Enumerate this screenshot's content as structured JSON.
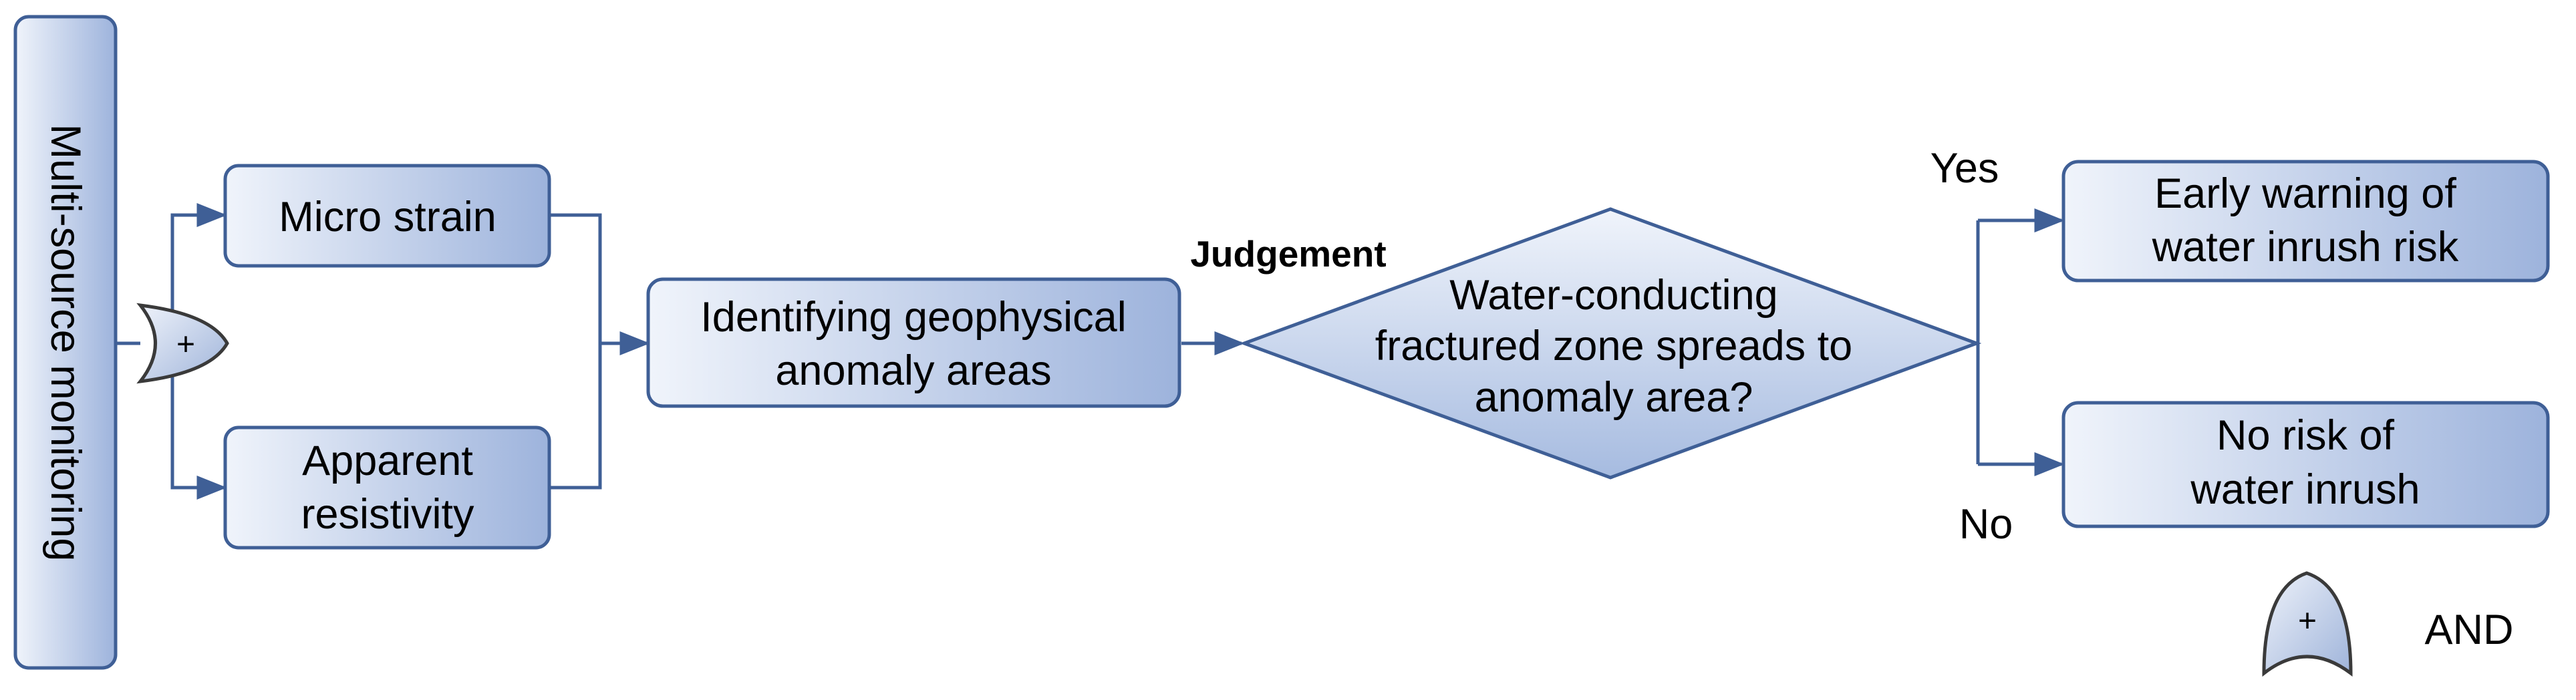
{
  "colors": {
    "stroke": "#3f5f96",
    "fill_light": "#f0f4fb",
    "fill_dark": "#9db3dc",
    "gate_stroke": "#3a3a3a",
    "text": "#000000"
  },
  "monitoring": {
    "label": "Multi-source monitoring"
  },
  "inputs": {
    "micro_strain": "Micro strain",
    "apparent_resistivity": [
      "Apparent",
      "resistivity"
    ]
  },
  "identify": {
    "lines": [
      "Identifying geophysical",
      "anomaly areas"
    ]
  },
  "judgement": {
    "title": "Judgement",
    "question": [
      "Water-conducting",
      "fractured zone spreads to",
      "anomaly area?"
    ]
  },
  "branches": {
    "yes": "Yes",
    "no": "No"
  },
  "outcomes": {
    "warning": [
      "Early warning of",
      "water inrush risk"
    ],
    "no_risk": [
      "No risk of",
      "water inrush"
    ]
  },
  "legend": {
    "gate_symbol": "+",
    "gate_label": "AND",
    "gate_icon": "and-gate-icon"
  }
}
